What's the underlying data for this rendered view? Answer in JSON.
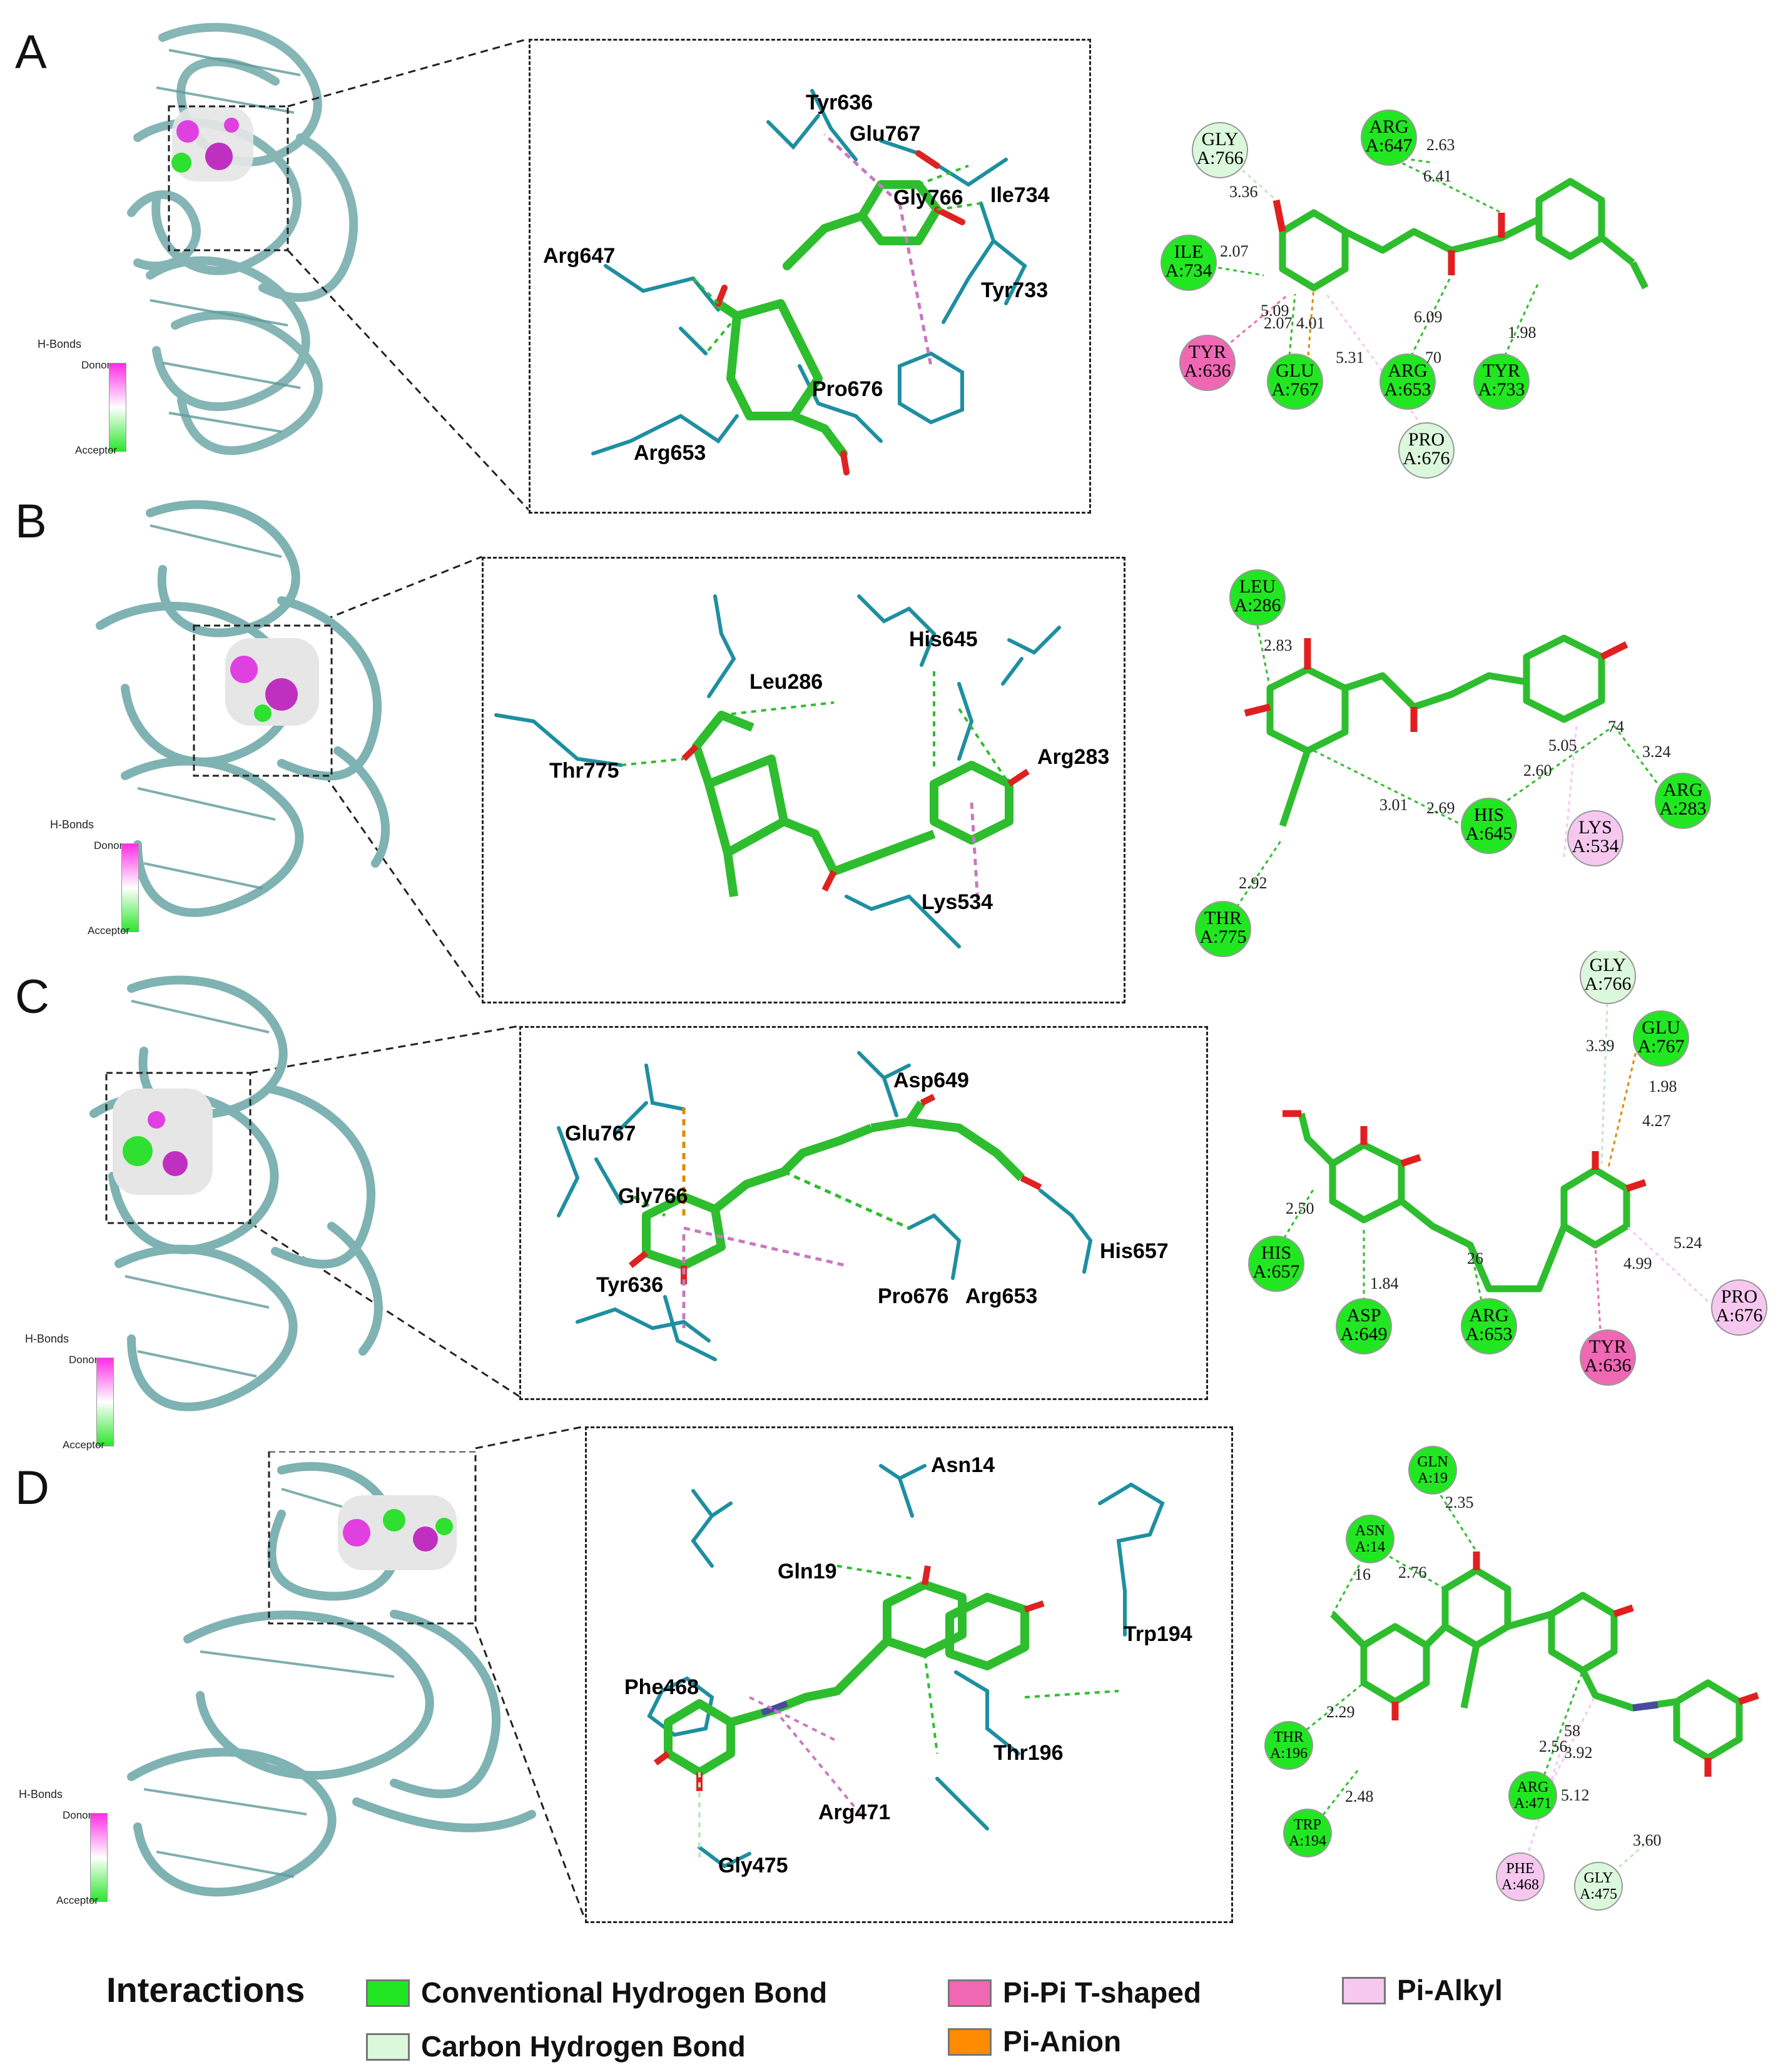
{
  "panels": [
    {
      "letter": "A",
      "zoom_residues": [
        "Tyr636",
        "Glu767",
        "Gly766",
        "Ile734",
        "Arg647",
        "Tyr733",
        "Pro676",
        "Arg653"
      ],
      "diagram": {
        "nodes": [
          {
            "id": "gly766",
            "l1": "GLY",
            "l2": "A:766",
            "type": "carbon"
          },
          {
            "id": "arg647",
            "l1": "ARG",
            "l2": "A:647",
            "type": "conventional"
          },
          {
            "id": "ile734",
            "l1": "ILE",
            "l2": "A:734",
            "type": "conventional"
          },
          {
            "id": "tyr636",
            "l1": "TYR",
            "l2": "A:636",
            "type": "pipi"
          },
          {
            "id": "glu767",
            "l1": "GLU",
            "l2": "A:767",
            "type": "conventional"
          },
          {
            "id": "arg653",
            "l1": "ARG",
            "l2": "A:653",
            "type": "conventional"
          },
          {
            "id": "tyr733",
            "l1": "TYR",
            "l2": "A:733",
            "type": "conventional"
          },
          {
            "id": "pro676",
            "l1": "PRO",
            "l2": "A:676",
            "type": "carbon"
          }
        ],
        "distances": [
          "2.63",
          "6.41",
          "3.36",
          "2.07",
          "5.09",
          "2.07",
          "4.01",
          "5.31",
          "6.09",
          "70",
          "1.98"
        ]
      }
    },
    {
      "letter": "B",
      "zoom_residues": [
        "His645",
        "Leu286",
        "Thr775",
        "Arg283",
        "Lys534"
      ],
      "diagram": {
        "nodes": [
          {
            "id": "leu286",
            "l1": "LEU",
            "l2": "A:286",
            "type": "conventional"
          },
          {
            "id": "his645",
            "l1": "HIS",
            "l2": "A:645",
            "type": "conventional"
          },
          {
            "id": "lys534",
            "l1": "LYS",
            "l2": "A:534",
            "type": "pialkyl"
          },
          {
            "id": "arg283",
            "l1": "ARG",
            "l2": "A:283",
            "type": "conventional"
          },
          {
            "id": "thr775",
            "l1": "THR",
            "l2": "A:775",
            "type": "conventional"
          }
        ],
        "distances": [
          "2.83",
          "3.01",
          "2.69",
          "2.60",
          "5.05",
          "74",
          "3.24",
          "2.92"
        ]
      }
    },
    {
      "letter": "C",
      "zoom_residues": [
        "Asp649",
        "Glu767",
        "Gly766",
        "His657",
        "Tyr636",
        "Pro676",
        "Arg653"
      ],
      "diagram": {
        "nodes": [
          {
            "id": "gly766",
            "l1": "GLY",
            "l2": "A:766",
            "type": "carbon"
          },
          {
            "id": "glu767",
            "l1": "GLU",
            "l2": "A:767",
            "type": "conventional"
          },
          {
            "id": "his657",
            "l1": "HIS",
            "l2": "A:657",
            "type": "conventional"
          },
          {
            "id": "asp649",
            "l1": "ASP",
            "l2": "A:649",
            "type": "conventional"
          },
          {
            "id": "arg653",
            "l1": "ARG",
            "l2": "A:653",
            "type": "conventional"
          },
          {
            "id": "tyr636",
            "l1": "TYR",
            "l2": "A:636",
            "type": "pipi"
          },
          {
            "id": "pro676",
            "l1": "PRO",
            "l2": "A:676",
            "type": "pialkyl"
          }
        ],
        "distances": [
          "3.39",
          "1.98",
          "4.27",
          "2.50",
          "1.84",
          "26",
          "4.99",
          "5.24"
        ]
      }
    },
    {
      "letter": "D",
      "zoom_residues": [
        "Asn14",
        "Gln19",
        "Trp194",
        "Phe468",
        "Thr196",
        "Arg471",
        "Gly475"
      ],
      "diagram": {
        "nodes": [
          {
            "id": "gln19",
            "l1": "GLN",
            "l2": "A:19",
            "type": "conventional"
          },
          {
            "id": "asn14",
            "l1": "ASN",
            "l2": "A:14",
            "type": "conventional"
          },
          {
            "id": "thr196",
            "l1": "THR",
            "l2": "A:196",
            "type": "conventional"
          },
          {
            "id": "trp194",
            "l1": "TRP",
            "l2": "A:194",
            "type": "conventional"
          },
          {
            "id": "arg471",
            "l1": "ARG",
            "l2": "A:471",
            "type": "conventional"
          },
          {
            "id": "phe468",
            "l1": "PHE",
            "l2": "A:468",
            "type": "pialkyl"
          },
          {
            "id": "gly475",
            "l1": "GLY",
            "l2": "A:475",
            "type": "carbon"
          }
        ],
        "distances": [
          "2.35",
          "16",
          "2.76",
          "2.29",
          "2.48",
          "58",
          "2.56",
          "3.92",
          "5.12",
          "3.60"
        ]
      }
    }
  ],
  "hbond_legend": {
    "title": "H-Bonds",
    "donor": "Donor",
    "acceptor": "Acceptor"
  },
  "legend": {
    "title": "Interactions",
    "items": [
      {
        "key": "conventional",
        "label": "Conventional Hydrogen Bond",
        "color": "#22e622"
      },
      {
        "key": "carbon",
        "label": "Carbon Hydrogen Bond",
        "color": "#dcf8dc"
      },
      {
        "key": "pipi",
        "label": "Pi-Pi T-shaped",
        "color": "#f068b4"
      },
      {
        "key": "anion",
        "label": "Pi-Anion",
        "color": "#ff8c00"
      },
      {
        "key": "pialkyl",
        "label": "Pi-Alkyl",
        "color": "#f6c8f0"
      }
    ]
  },
  "colors": {
    "ribbon": "#7fb2b2",
    "residue_stick": "#1e8fa0",
    "ligand": "#2ebd2e",
    "hbond": "#2ebd2e",
    "pi_interaction": "#c878c0",
    "pi_anion": "#e08a00"
  }
}
